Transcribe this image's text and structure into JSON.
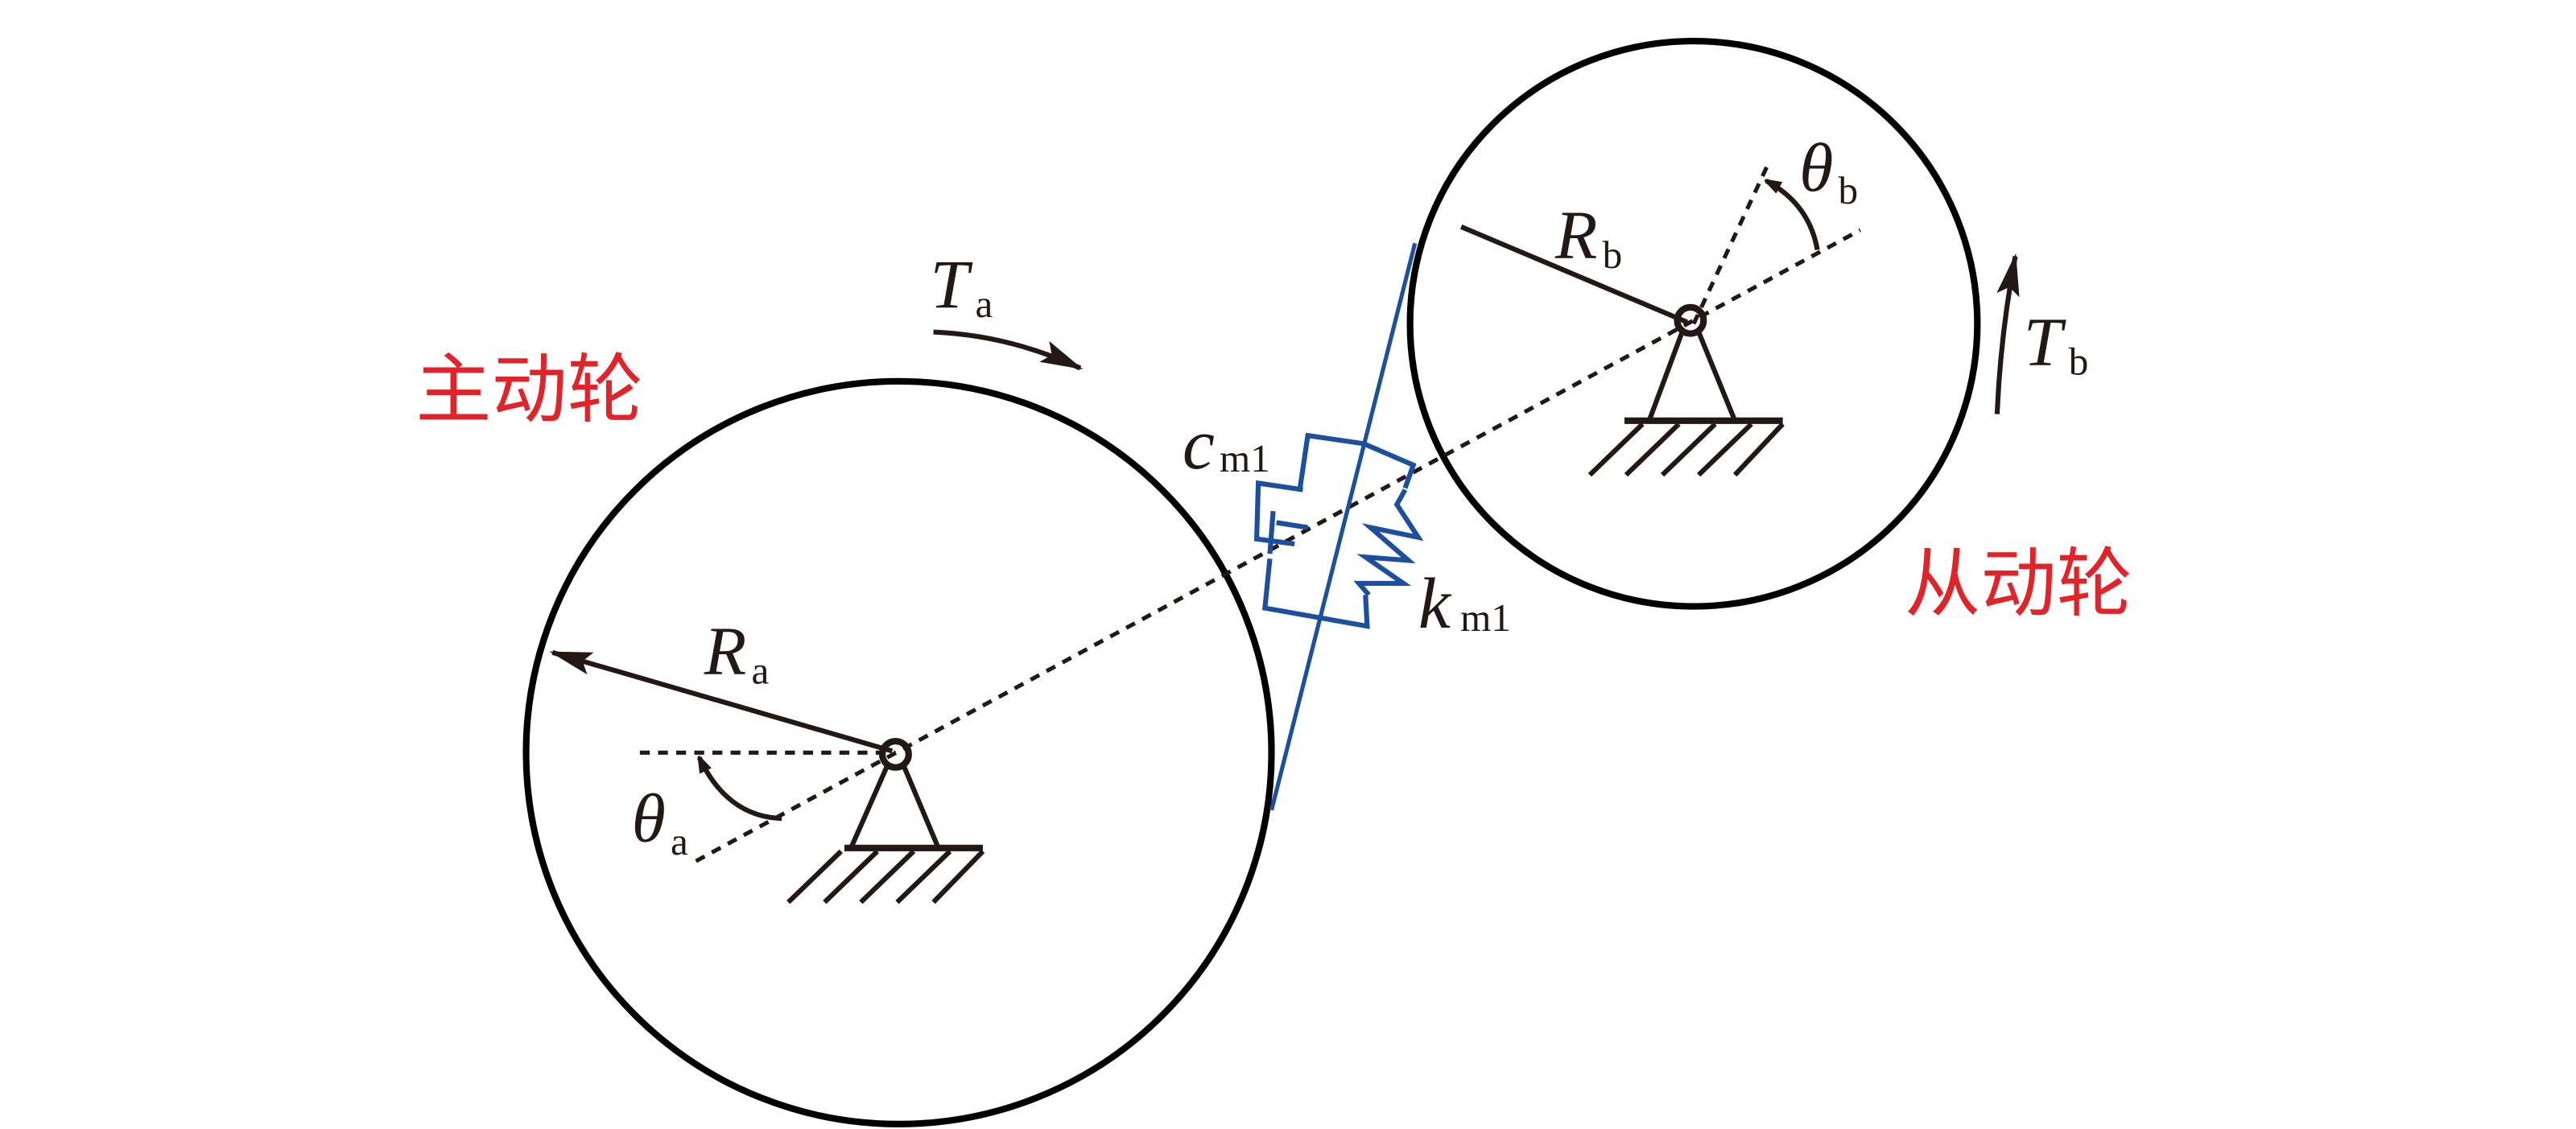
{
  "driving_gear": {
    "title": "主动轮",
    "radius_symbol": "R",
    "radius_sub": "a",
    "torque_symbol": "T",
    "torque_sub": "a",
    "angle_symbol": "θ",
    "angle_sub": "a"
  },
  "driven_gear": {
    "title": "从动轮",
    "radius_symbol": "R",
    "radius_sub": "b",
    "torque_symbol": "T",
    "torque_sub": "b",
    "angle_symbol": "θ",
    "angle_sub": "b"
  },
  "mesh": {
    "damping_symbol": "c",
    "damping_sub": "m1",
    "stiffness_symbol": "k",
    "stiffness_sub": "m1"
  },
  "colors": {
    "line": "#231815",
    "mesh_element": "#1d4f9f",
    "chinese_label": "#e0242a"
  }
}
